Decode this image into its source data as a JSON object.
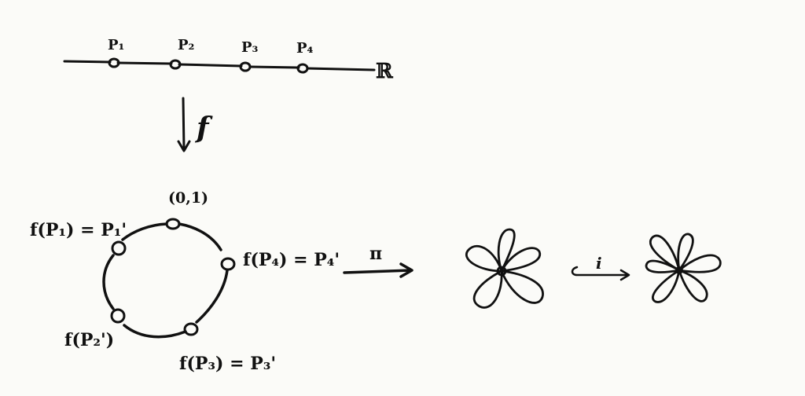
{
  "top_line": {
    "points": [
      "P₁",
      "P₂",
      "P₃",
      "P₄"
    ],
    "space_label": "ℝ"
  },
  "down_map_label": "f",
  "circle": {
    "top_label": "(0,1)",
    "labels": {
      "p1": "f(P₁) = P₁'",
      "p4": "f(P₄) = P₄'",
      "p2": "f(P₂')",
      "p3": "f(P₃) = P₃'"
    }
  },
  "quotient_map_label": "π",
  "inclusion_map_label": "i",
  "flower_left": {
    "petals": 5
  },
  "flower_right": {
    "petals": 6
  }
}
